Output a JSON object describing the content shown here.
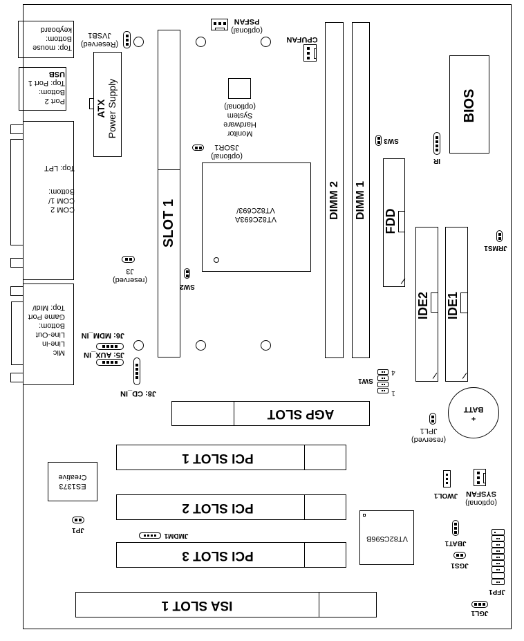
{
  "diagram": {
    "title": "Motherboard layout (rendered upside-down)",
    "connectors": {
      "keyboard_mouse": [
        "Top: mouse",
        "Bottom:",
        "keyboard"
      ],
      "usb": [
        "USB",
        "Top: Port 1",
        "Bottom:",
        "Port 2"
      ],
      "lpt_com": [
        "Top: LPT",
        "Bottom:",
        "COM 1/",
        "COM 2"
      ],
      "audio": [
        "Top: Midi/",
        "Game Port",
        "Bottom:",
        "Line-Out",
        "Line-in",
        "Mic"
      ]
    },
    "power": {
      "line1": "ATX",
      "line2": "Power Supply"
    },
    "jvsb1": {
      "name": "JVSB1",
      "note": "(Reserved)"
    },
    "psfan": {
      "name": "PSFAN",
      "note": "(optional)"
    },
    "cpufan": {
      "name": "CPUFAN"
    },
    "hw_monitor": [
      "(optional)",
      "System",
      "Hardware",
      "Monitor"
    ],
    "jsor1": {
      "name": "JSOR1",
      "note": "(optional)"
    },
    "slot1": "SLOT 1",
    "north_bridge": [
      "VT82C693/",
      "VT82C693A"
    ],
    "sw2": "SW2",
    "j3": {
      "name": "J3",
      "note": "(reserved)"
    },
    "j6": "J6: MDM_IN",
    "j5": "J5: AUX_IN",
    "j8": "J8: CD_IN",
    "dimm2": "DIMM 2",
    "dimm1": "DIMM 1",
    "sw3": "SW3",
    "ir": "IR",
    "bios": "BIOS",
    "fdd": "FDD",
    "jrms1": "JRMS1",
    "ide2": "IDE2",
    "ide1": "IDE1",
    "sw1": {
      "name": "SW1",
      "pin_first": "1",
      "pin_last": "4"
    },
    "batt": {
      "name": "BATT",
      "sign": "+"
    },
    "jpl1": {
      "name": "JPL1",
      "note": "(reserved)"
    },
    "agp_slot": "AGP SLOT",
    "pci_slots": [
      "PCI SLOT 1",
      "PCI SLOT 2",
      "PCI SLOT 3"
    ],
    "isa_slot": "ISA SLOT 1",
    "audio_chip": [
      "Creative",
      "ES1373"
    ],
    "jp1": "JP1",
    "jmdm1": "JMDM1",
    "south_bridge": "VT82C596B",
    "jwol1": "JWOL1",
    "sysfan": {
      "name": "SYSFAN",
      "note": "(optional)"
    },
    "jbat1": "JBAT1",
    "jgs1": "JGS1",
    "jfp1": "JFP1",
    "jgl1": "JGL1"
  }
}
